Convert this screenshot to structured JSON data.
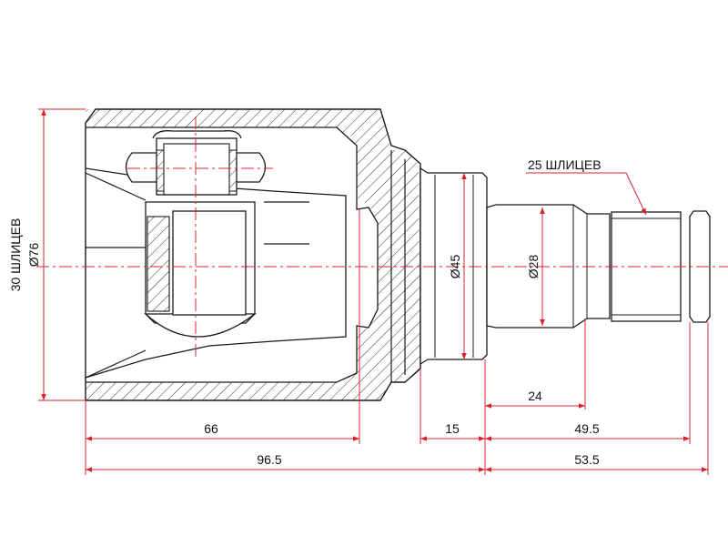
{
  "labels": {
    "left_splines": "30 ШЛИЦЕВ",
    "left_diameter": "Ø76",
    "right_splines": "25 ШЛИЦЕВ",
    "diameter_45": "Ø45",
    "diameter_28": "Ø28"
  },
  "dimensions": {
    "d_24": "24",
    "d_66": "66",
    "d_15": "15",
    "d_49_5": "49.5",
    "d_96_5": "96.5",
    "d_53_5": "53.5"
  },
  "colors": {
    "outline": "#1a1a1a",
    "dimension": "#d9232d",
    "hatch": "#333333"
  }
}
